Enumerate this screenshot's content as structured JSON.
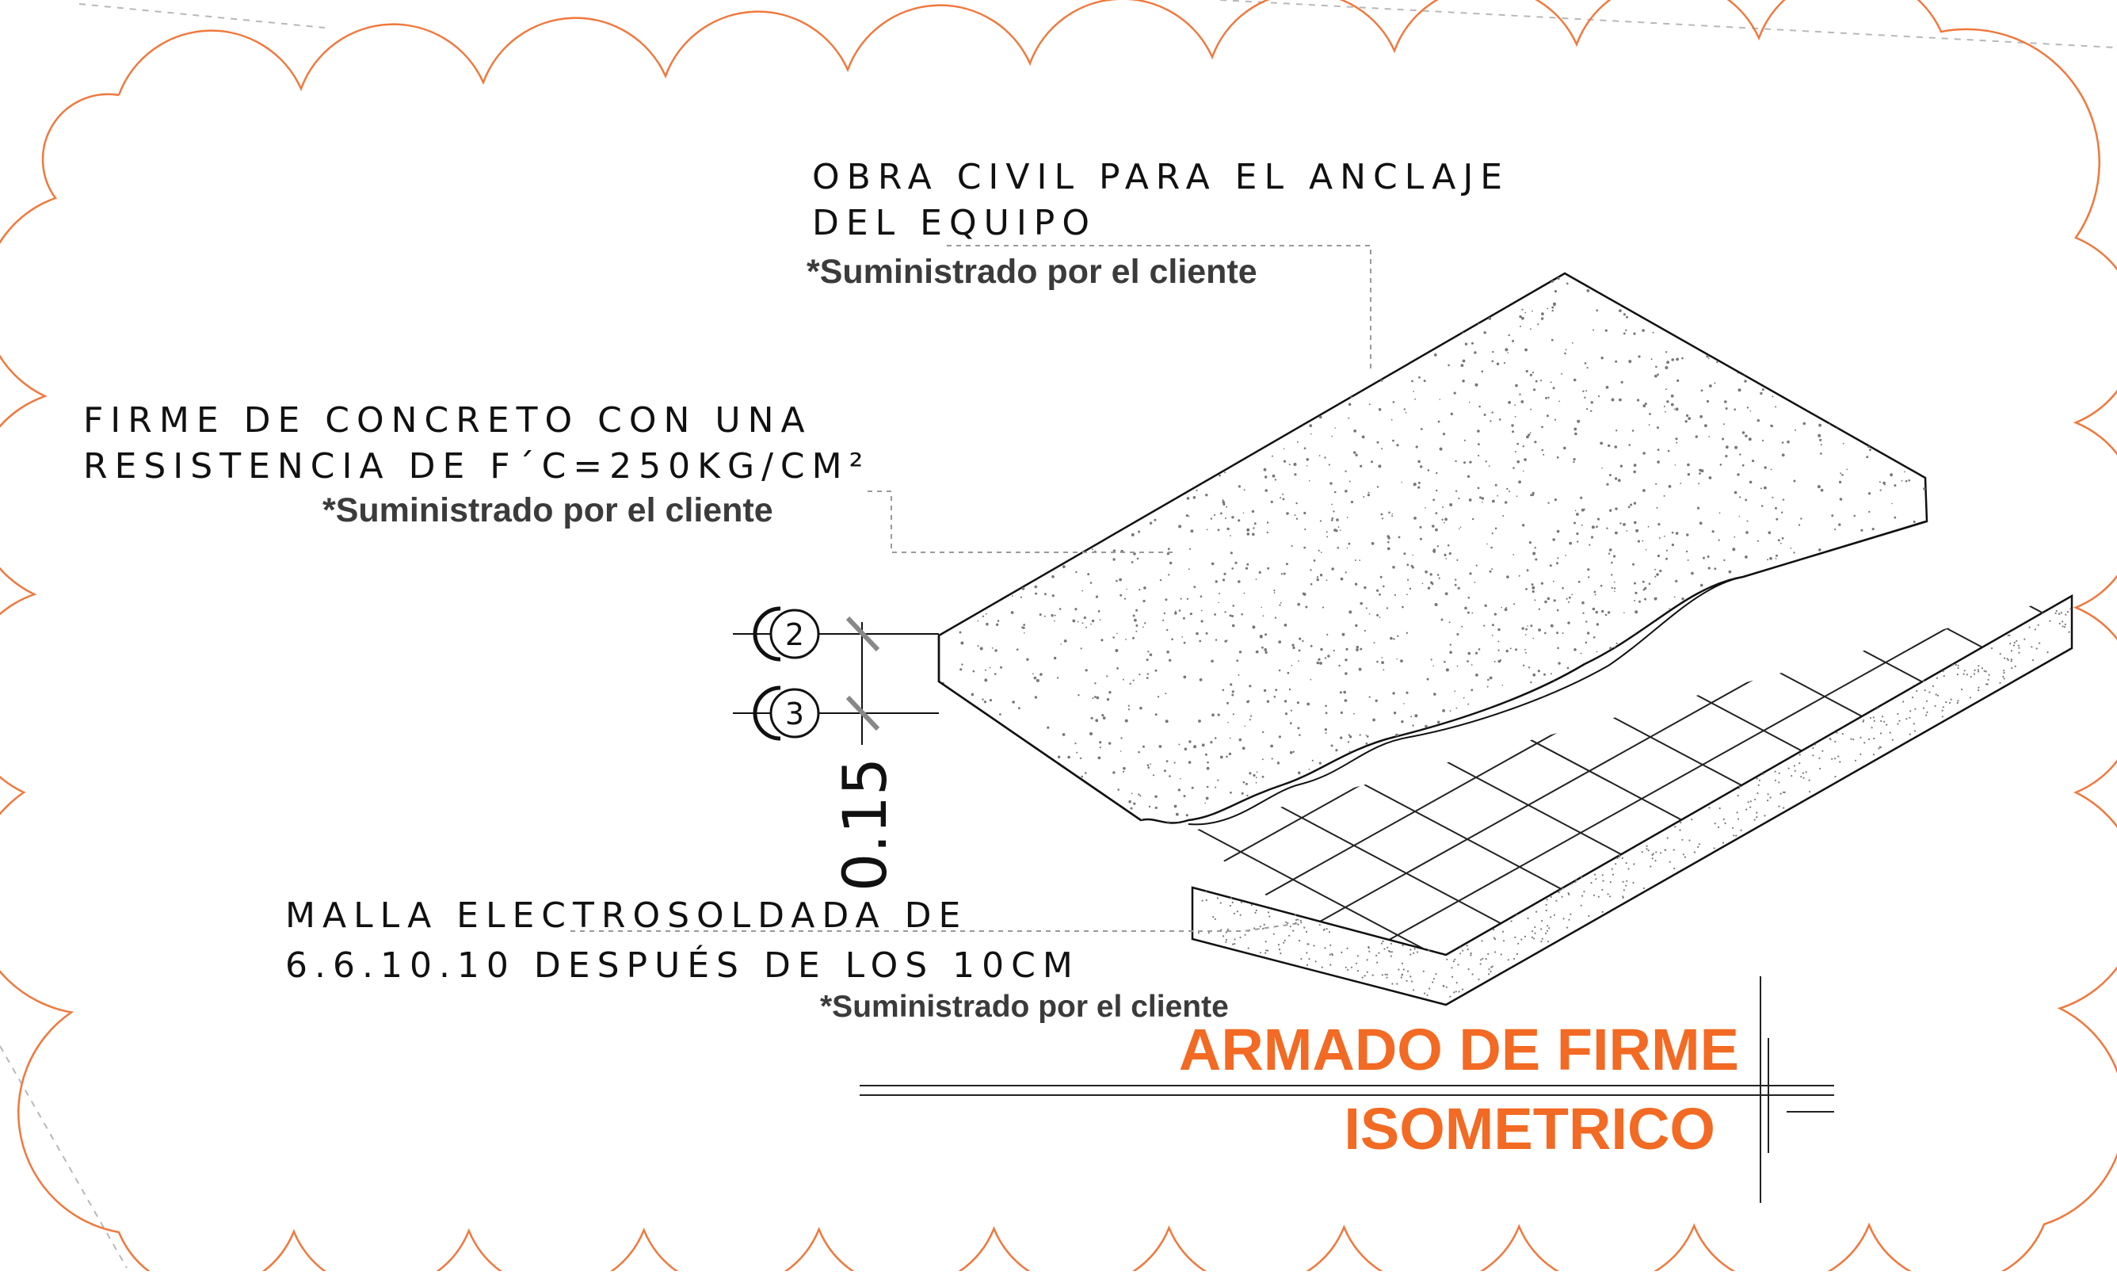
{
  "labels": {
    "obra_line1": "OBRA CIVIL PARA EL ANCLAJE",
    "obra_line2": "DEL EQUIPO",
    "obra_note": "*Suministrado por el cliente",
    "firme_line1": "FIRME DE CONCRETO CON UNA",
    "firme_line2": "RESISTENCIA DE F´C=250KG/CM²",
    "firme_note": "*Suministrado por el cliente",
    "malla_line1": "MALLA ELECTROSOLDADA DE",
    "malla_line2": "6.6.10.10 DESPUÉS DE LOS 10CM",
    "malla_note": "*Suministrado por el cliente"
  },
  "dimension": {
    "value": "0.15"
  },
  "markers": [
    {
      "label": "2"
    },
    {
      "label": "3"
    }
  ],
  "title_block": {
    "title": "ARMADO DE FIRME",
    "subtitle": "ISOMETRICO"
  },
  "colors": {
    "accent": "#f26a23",
    "cloud": "#f0783c",
    "ink": "#111111",
    "note": "#3b3b3b"
  }
}
